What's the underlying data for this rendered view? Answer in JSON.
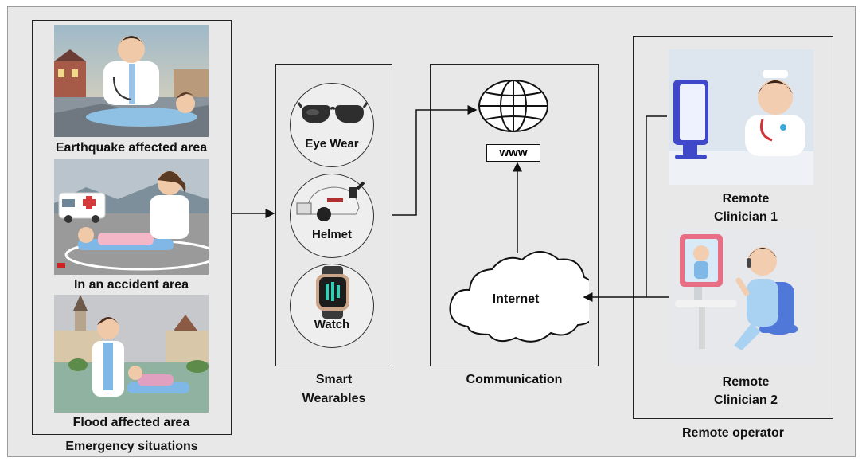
{
  "emergency": {
    "title": "Emergency situations",
    "scenes": [
      {
        "caption": "Earthquake affected area",
        "icon": "doctor-helping-patient-rubble-icon"
      },
      {
        "caption": "In an accident area",
        "icon": "doctor-ambulance-stretcher-icon"
      },
      {
        "caption": "Flood affected area",
        "icon": "doctor-flood-village-icon"
      }
    ]
  },
  "wearables": {
    "title_line1": "Smart",
    "title_line2": "Wearables",
    "items": [
      {
        "label": "Eye Wear",
        "icon": "sunglasses-icon"
      },
      {
        "label": "Helmet",
        "icon": "camera-helmet-icon"
      },
      {
        "label": "Watch",
        "icon": "smartwatch-icon"
      }
    ]
  },
  "communication": {
    "title": "Communication",
    "www_label": "www",
    "internet_label": "Internet",
    "globe_icon": "globe-icon",
    "cloud_icon": "cloud-icon"
  },
  "remote": {
    "title": "Remote operator",
    "clinicians": [
      {
        "line1": "Remote",
        "line2": "Clinician 1",
        "icon": "clinician-monitor-icon"
      },
      {
        "line1": "Remote",
        "line2": "Clinician 2",
        "icon": "clinician-video-call-icon"
      }
    ]
  },
  "colors": {
    "background": "#e9e8e8",
    "line": "#222222",
    "uniform": "#7fb8e6"
  }
}
